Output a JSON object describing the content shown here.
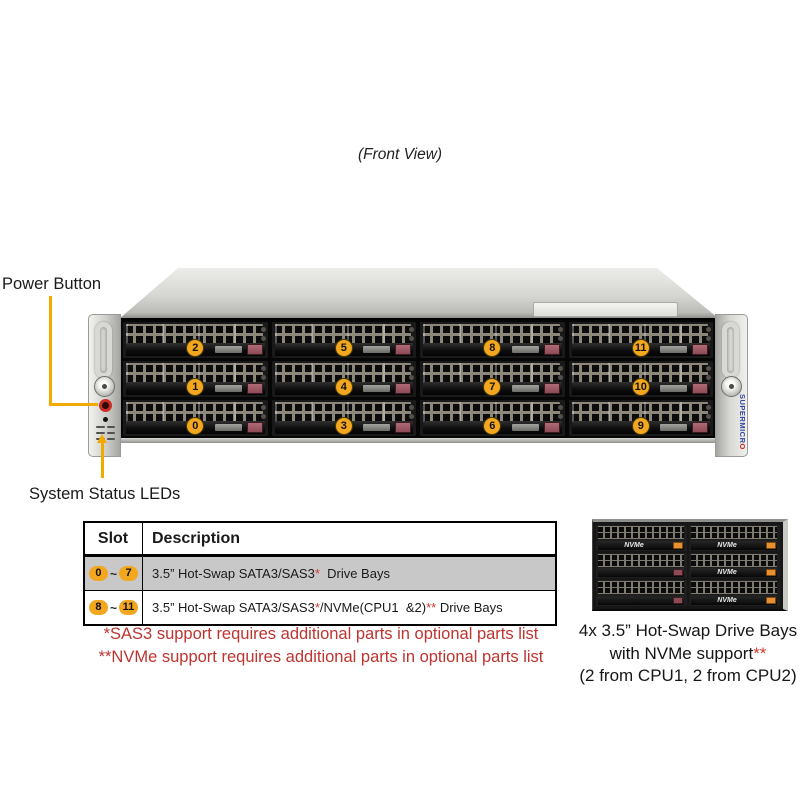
{
  "front_view_label": "(Front View)",
  "callouts": {
    "power_button": "Power Button",
    "status_leds": "System Status LEDs"
  },
  "chassis": {
    "brand_main": "SUPERMICR",
    "brand_o": "O",
    "bays": [
      {
        "number": "2"
      },
      {
        "number": "5"
      },
      {
        "number": "8"
      },
      {
        "number": "11"
      },
      {
        "number": "1"
      },
      {
        "number": "4"
      },
      {
        "number": "7"
      },
      {
        "number": "10"
      },
      {
        "number": "0"
      },
      {
        "number": "3"
      },
      {
        "number": "6"
      },
      {
        "number": "9"
      }
    ]
  },
  "table": {
    "headers": {
      "slot": "Slot",
      "description": "Description"
    },
    "rows": [
      {
        "slot_from": "0",
        "slot_tilde": "~",
        "slot_to": "7",
        "desc_parts": [
          {
            "t": "3.5” Hot-Swap SATA3/SAS3"
          },
          {
            "t": "*"
          },
          {
            "t": "  Drive Bays"
          }
        ]
      },
      {
        "slot_from": "8",
        "slot_tilde": "~",
        "slot_to": "11",
        "desc_parts": [
          {
            "t": "3.5” Hot-Swap SATA3/SAS3"
          },
          {
            "t": "*"
          },
          {
            "t": "/NVMe(CPU1  &2)"
          },
          {
            "t": "**"
          },
          {
            "t": " Drive Bays"
          }
        ]
      }
    ]
  },
  "notes": [
    {
      "text": "*SAS3 support requires additional parts in optional parts list"
    },
    {
      "text": "**NVMe support requires additional parts in optional parts list"
    }
  ],
  "nvme_figure": {
    "bays": [
      {
        "label": "NVMe",
        "tab": "orange"
      },
      {
        "label": "NVMe",
        "tab": "orange"
      },
      {
        "label": "",
        "tab": "maroon"
      },
      {
        "label": "NVMe",
        "tab": "orange"
      },
      {
        "label": "",
        "tab": "maroon"
      },
      {
        "label": "NVMe",
        "tab": "orange"
      }
    ],
    "caption_line1": "4x 3.5” Hot-Swap Drive Bays",
    "caption_line2_black": "with NVMe support",
    "caption_line2_red": "**",
    "caption_line3": "(2 from CPU1, 2 from CPU2)"
  },
  "colors": {
    "accent_yellow": "#F2A900",
    "badge_amber": "#F2A71E",
    "note_red": "#BE3430",
    "asterisk_red": "#CE3B31",
    "nvme_tab_orange": "#E89030",
    "release_tab_maroon": "#8F4A55",
    "brand_blue": "#3545A5",
    "brand_red": "#C62A22"
  }
}
